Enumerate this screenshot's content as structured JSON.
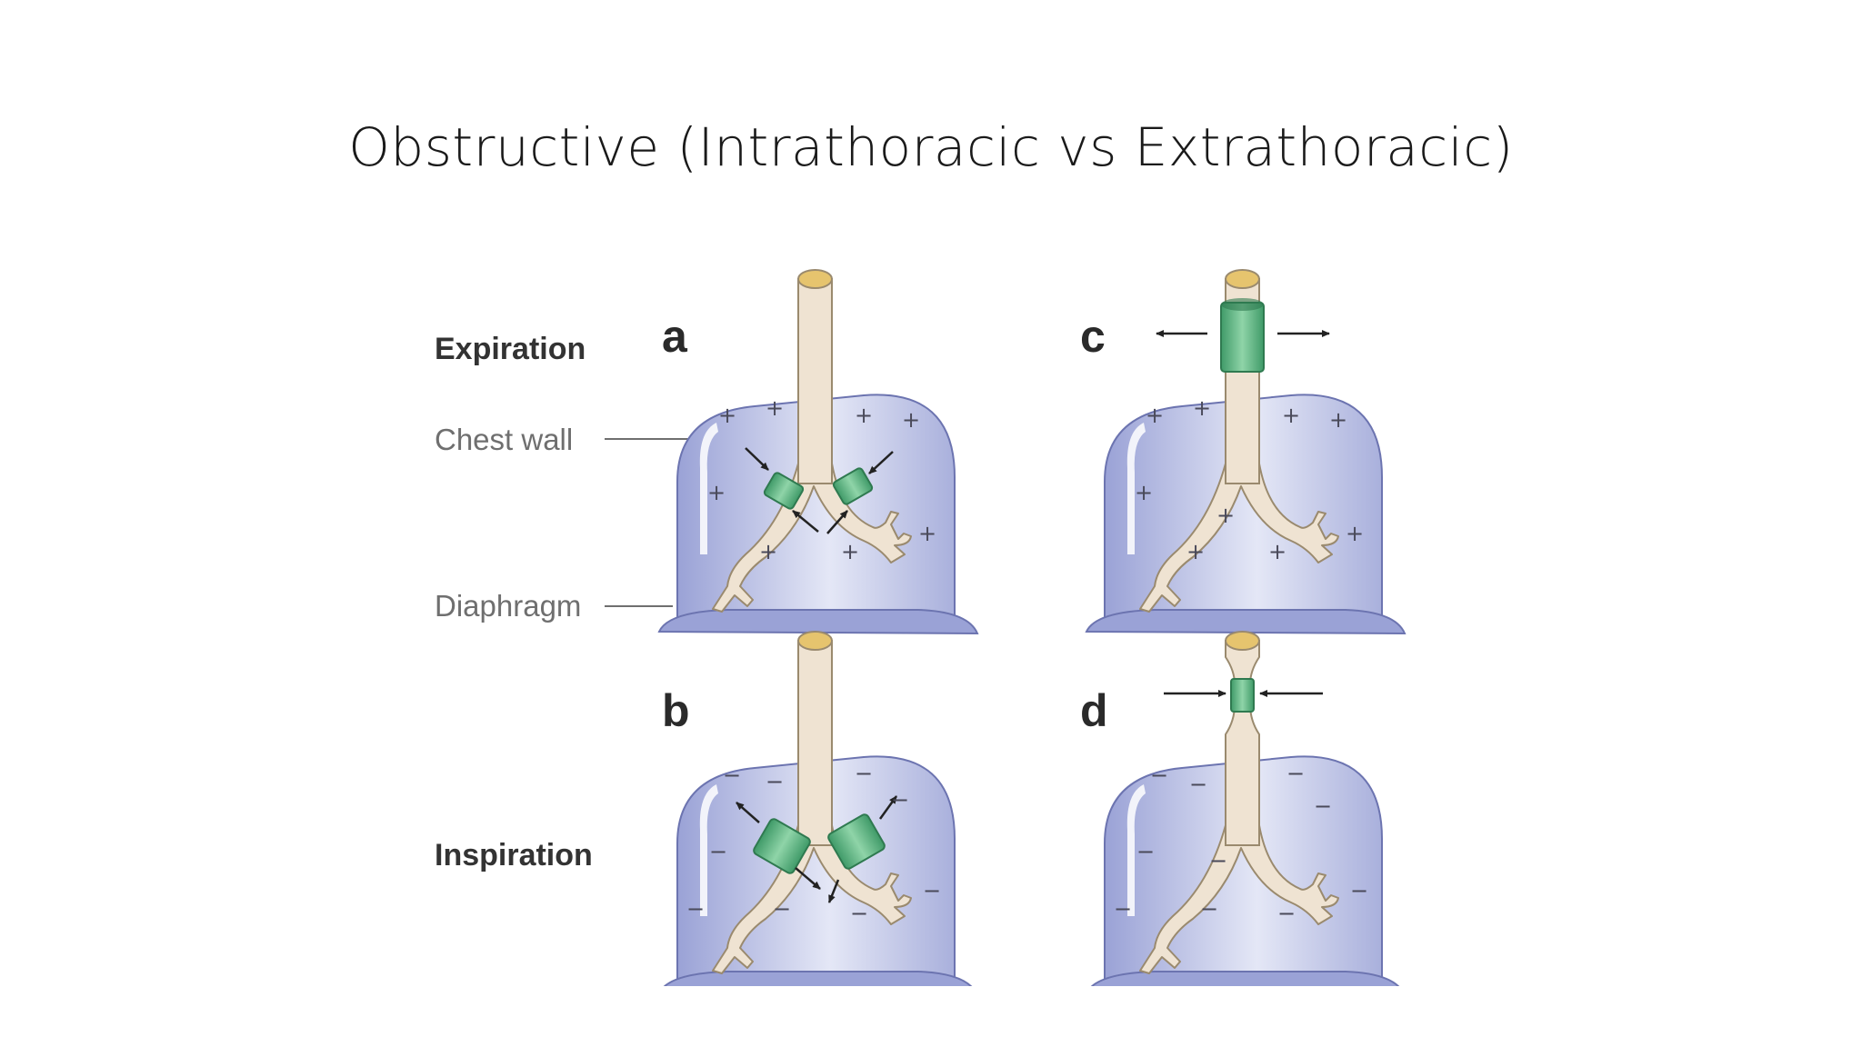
{
  "slide": {
    "title": "Obstructive (Intrathoracic vs Extrathoracic)"
  },
  "figure": {
    "row_labels": {
      "expiration": "Expiration",
      "inspiration": "Inspiration"
    },
    "callouts": {
      "chest_wall": "Chest wall",
      "diaphragm": "Diaphragm"
    },
    "panels": [
      {
        "letter": "a",
        "sign": "+",
        "obstruction": "intrathoracic",
        "arrows": "inward"
      },
      {
        "letter": "b",
        "sign": "−",
        "obstruction": "intrathoracic",
        "arrows": "outward"
      },
      {
        "letter": "c",
        "sign": "+",
        "obstruction": "extrathoracic",
        "arrows": "outward"
      },
      {
        "letter": "d",
        "sign": "−",
        "obstruction": "extrathoracic",
        "arrows": "inward"
      }
    ]
  },
  "colors": {
    "chest": "#a9b0dc",
    "chest_light": "#e9ebf8",
    "airway": "#efe3d2",
    "airway_cap": "#e6c46e",
    "obstruction": "#4fae7a",
    "arrow": "#222222"
  }
}
